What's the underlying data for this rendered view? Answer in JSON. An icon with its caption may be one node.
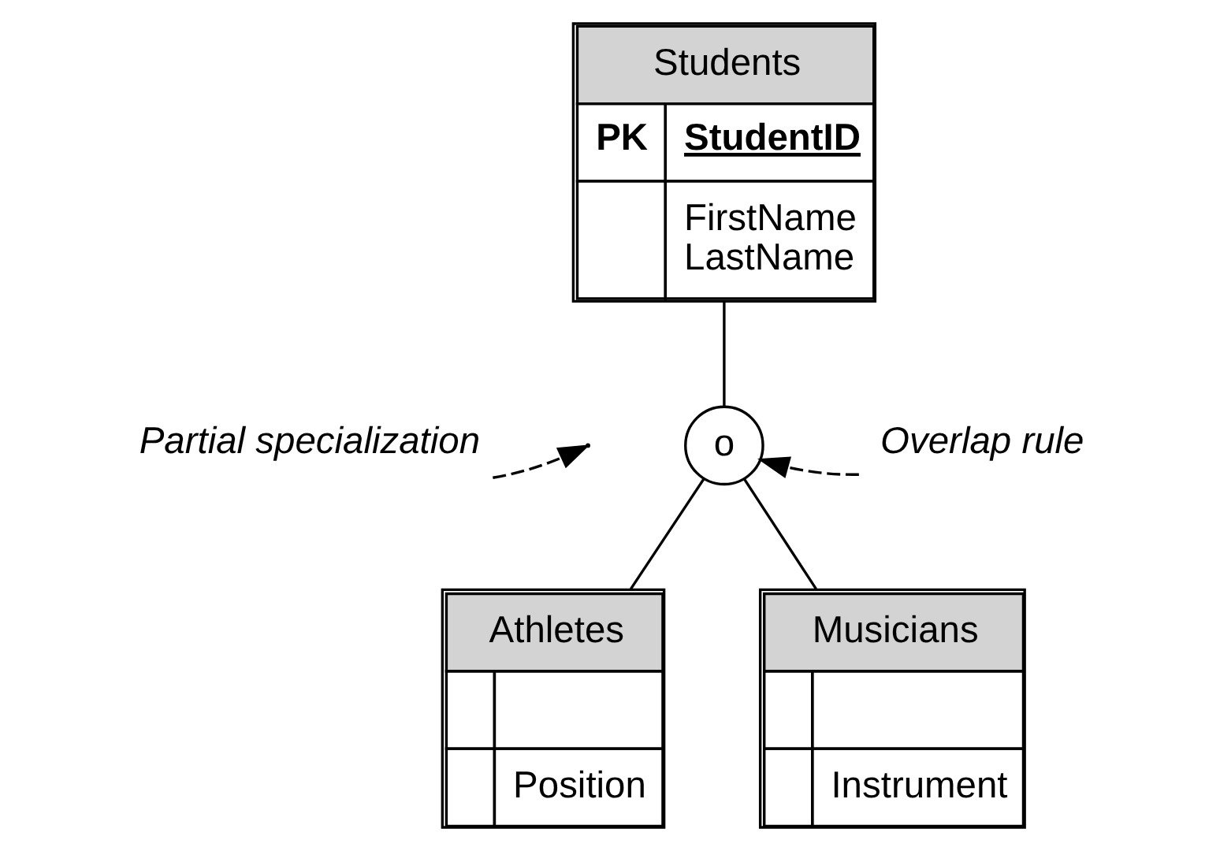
{
  "diagram": {
    "nodes": [
      {
        "text": [
          "Students",
          "PK",
          "StudentID",
          "FirstName",
          "LastName"
        ]
      },
      {
        "text": [
          "o"
        ]
      },
      {
        "text": [
          "Athletes",
          "Position"
        ]
      },
      {
        "text": [
          "Musicians",
          "Instrument"
        ]
      },
      {
        "text": [
          "Partial specialization"
        ]
      },
      {
        "text": [
          "Overlap rule"
        ]
      }
    ],
    "edges": [
      {
        "from": 0,
        "to": 1,
        "arrow": "none"
      },
      {
        "from": 1,
        "to": 2,
        "arrow": "none"
      },
      {
        "from": 1,
        "to": 3,
        "arrow": "none"
      },
      {
        "from": 4,
        "to": null,
        "arrow": "to",
        "style": "dashed"
      },
      {
        "from": 5,
        "to": 1,
        "arrow": "to",
        "style": "dashed"
      }
    ]
  }
}
